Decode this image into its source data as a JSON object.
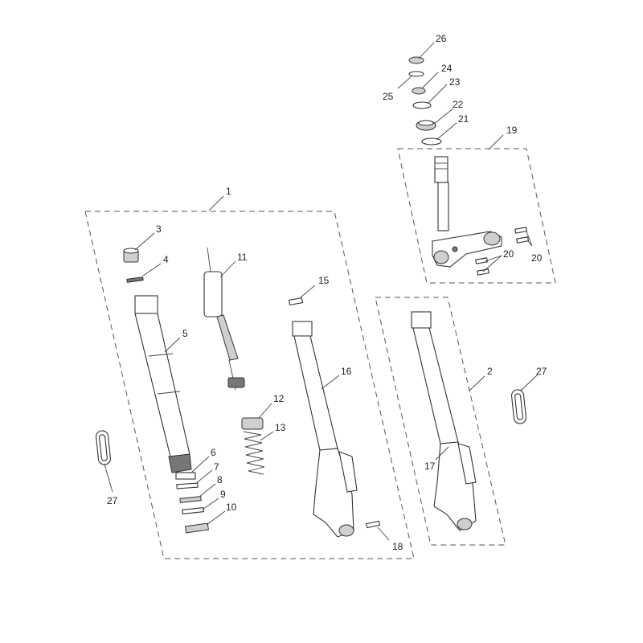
{
  "callouts": [
    {
      "id": "c1",
      "text": "1"
    },
    {
      "id": "c2",
      "text": "2"
    },
    {
      "id": "c3",
      "text": "3"
    },
    {
      "id": "c4",
      "text": "4"
    },
    {
      "id": "c5",
      "text": "5"
    },
    {
      "id": "c6",
      "text": "6"
    },
    {
      "id": "c7",
      "text": "7"
    },
    {
      "id": "c8",
      "text": "8"
    },
    {
      "id": "c9",
      "text": "9"
    },
    {
      "id": "c10",
      "text": "10"
    },
    {
      "id": "c11",
      "text": "11"
    },
    {
      "id": "c12",
      "text": "12"
    },
    {
      "id": "c13",
      "text": "13"
    },
    {
      "id": "c15",
      "text": "15"
    },
    {
      "id": "c16",
      "text": "16"
    },
    {
      "id": "c17",
      "text": "17"
    },
    {
      "id": "c18",
      "text": "18"
    },
    {
      "id": "c19",
      "text": "19"
    },
    {
      "id": "c20a",
      "text": "20"
    },
    {
      "id": "c20b",
      "text": "20"
    },
    {
      "id": "c21",
      "text": "21"
    },
    {
      "id": "c22",
      "text": "22"
    },
    {
      "id": "c23",
      "text": "23"
    },
    {
      "id": "c24",
      "text": "24"
    },
    {
      "id": "c25",
      "text": "25"
    },
    {
      "id": "c26",
      "text": "26"
    },
    {
      "id": "c27a",
      "text": "27"
    },
    {
      "id": "c27b",
      "text": "27"
    }
  ]
}
